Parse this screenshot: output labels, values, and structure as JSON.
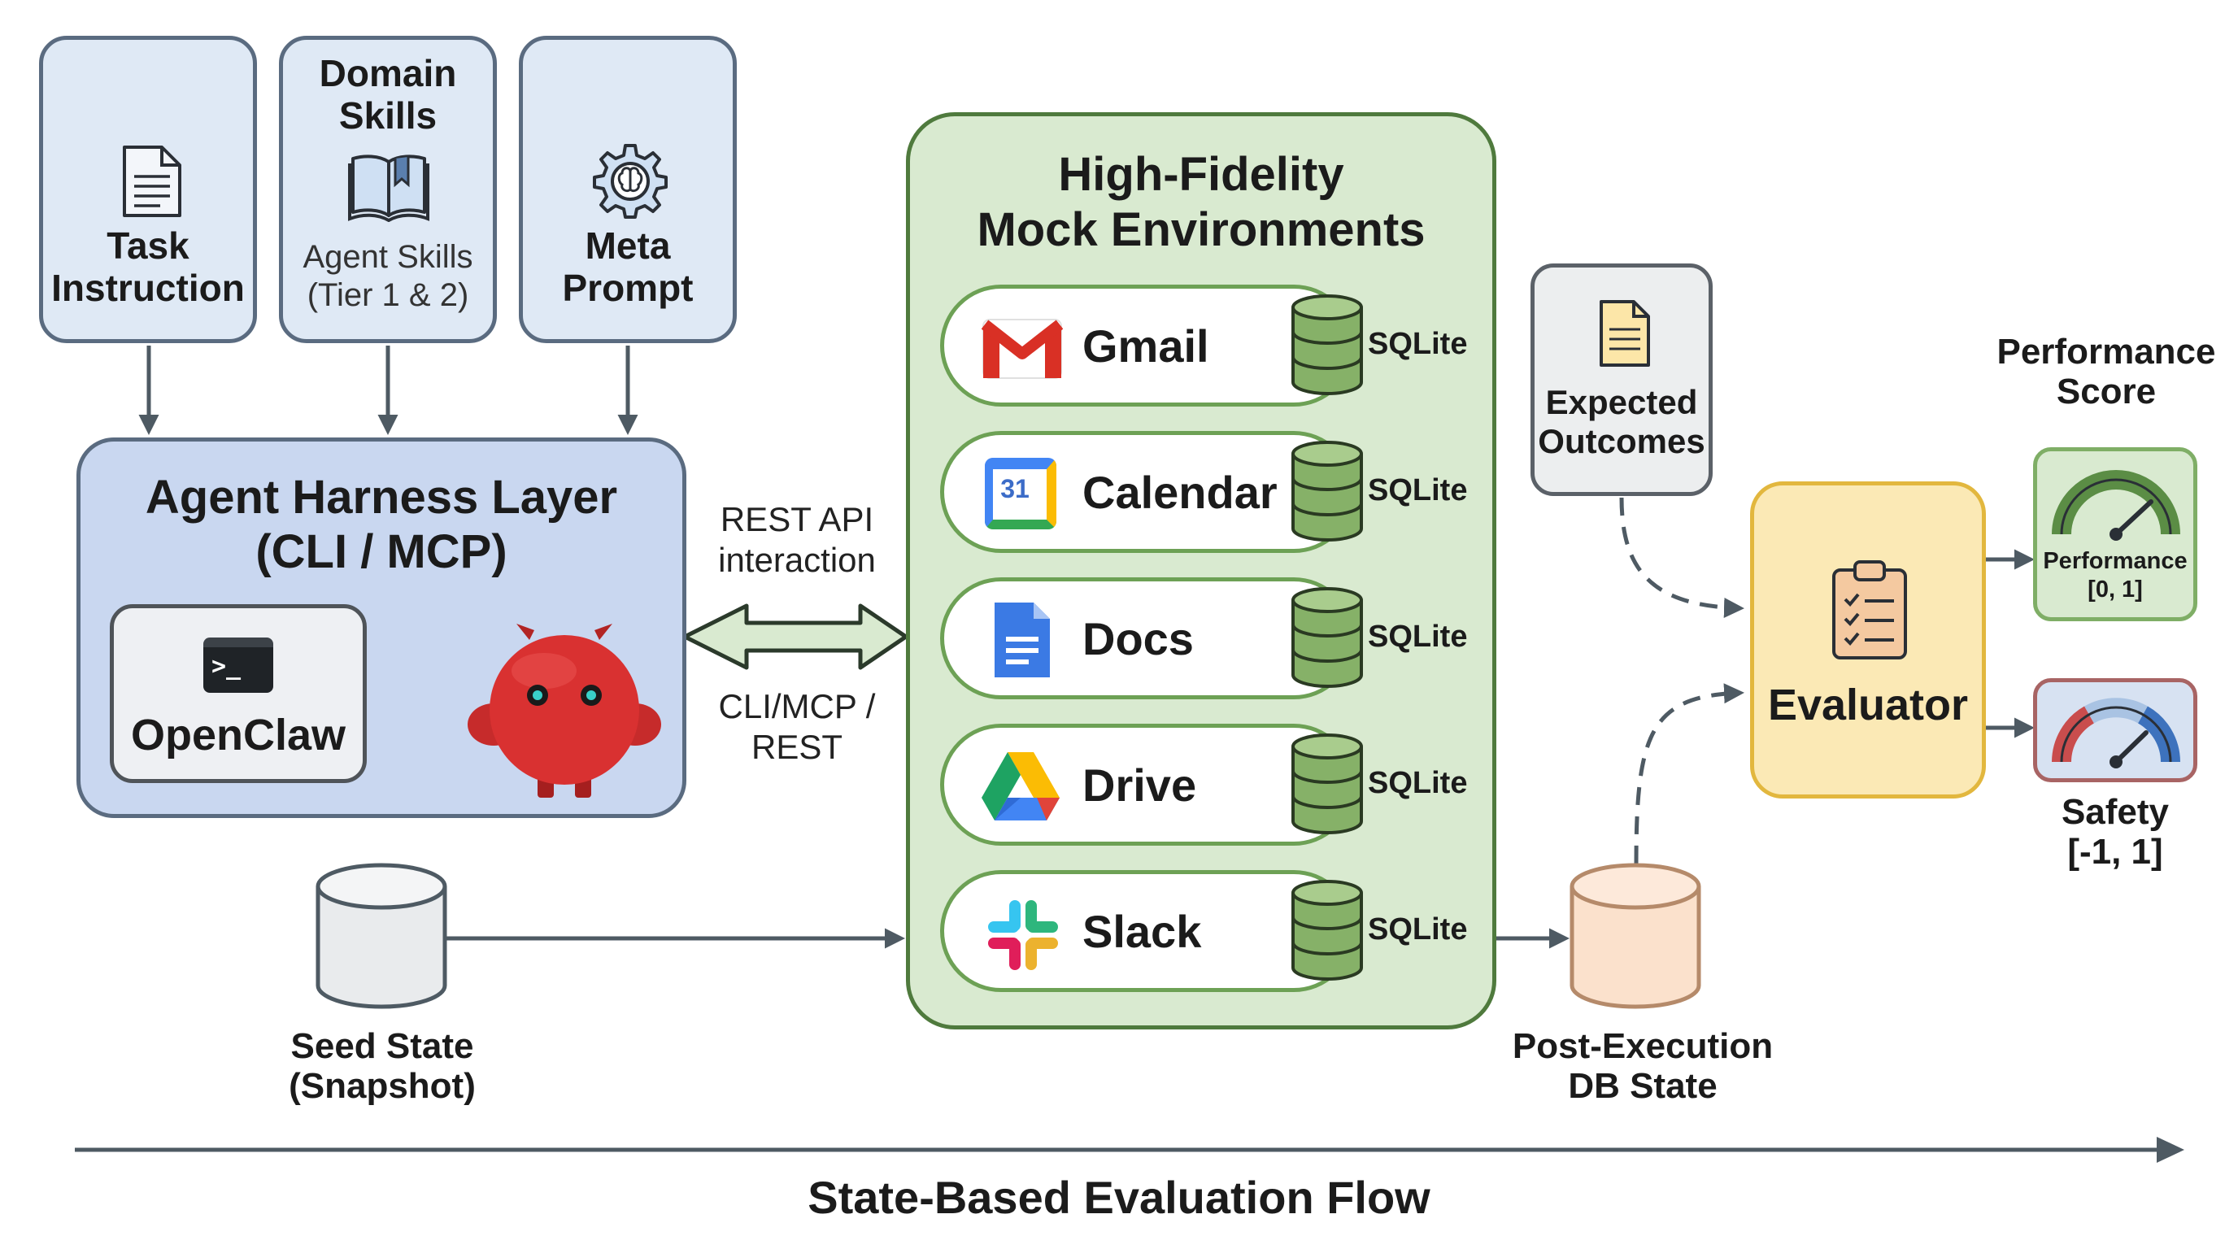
{
  "inputs": {
    "task": {
      "title": "Task\nInstruction"
    },
    "skills": {
      "title": "Domain\nSkills",
      "subtitle": "Agent Skills\n(Tier 1 & 2)"
    },
    "meta": {
      "title": "Meta\nPrompt"
    }
  },
  "harness": {
    "title": "Agent Harness Layer\n(CLI / MCP)",
    "openclaw_label": "OpenClaw",
    "terminal_glyph": ">_"
  },
  "connection": {
    "top_label": "REST API\ninteraction",
    "bottom_label": "CLI/MCP /\nREST"
  },
  "mock": {
    "title": "High-Fidelity\nMock Environments",
    "db_label": "SQLite",
    "services": [
      {
        "name": "Gmail",
        "icon": "gmail-icon"
      },
      {
        "name": "Calendar",
        "icon": "calendar-icon",
        "icon_text": "31"
      },
      {
        "name": "Docs",
        "icon": "docs-icon"
      },
      {
        "name": "Drive",
        "icon": "drive-icon"
      },
      {
        "name": "Slack",
        "icon": "slack-icon"
      }
    ]
  },
  "seed": {
    "label": "Seed State\n(Snapshot)"
  },
  "post": {
    "label": "Post-Execution\nDB State"
  },
  "expected": {
    "label": "Expected\nOutcomes"
  },
  "evaluator": {
    "label": "Evaluator"
  },
  "performance": {
    "header": "Performance\nScore",
    "gauge_label": "Performance\n[0, 1]"
  },
  "safety": {
    "label": "Safety\n[-1, 1]"
  },
  "flow": {
    "label": "State-Based Evaluation Flow"
  },
  "colors": {
    "input_fill": "#dfe9f5",
    "harness_fill": "#c9d7f0",
    "mock_fill": "#d9ead0",
    "mock_border": "#4f7a3d",
    "db_green": "#86b168",
    "evaluator_fill": "#fbe9b5",
    "evaluator_border": "#e2b73e",
    "post_db_fill": "#fbe1cc",
    "robot_red": "#d93131"
  }
}
